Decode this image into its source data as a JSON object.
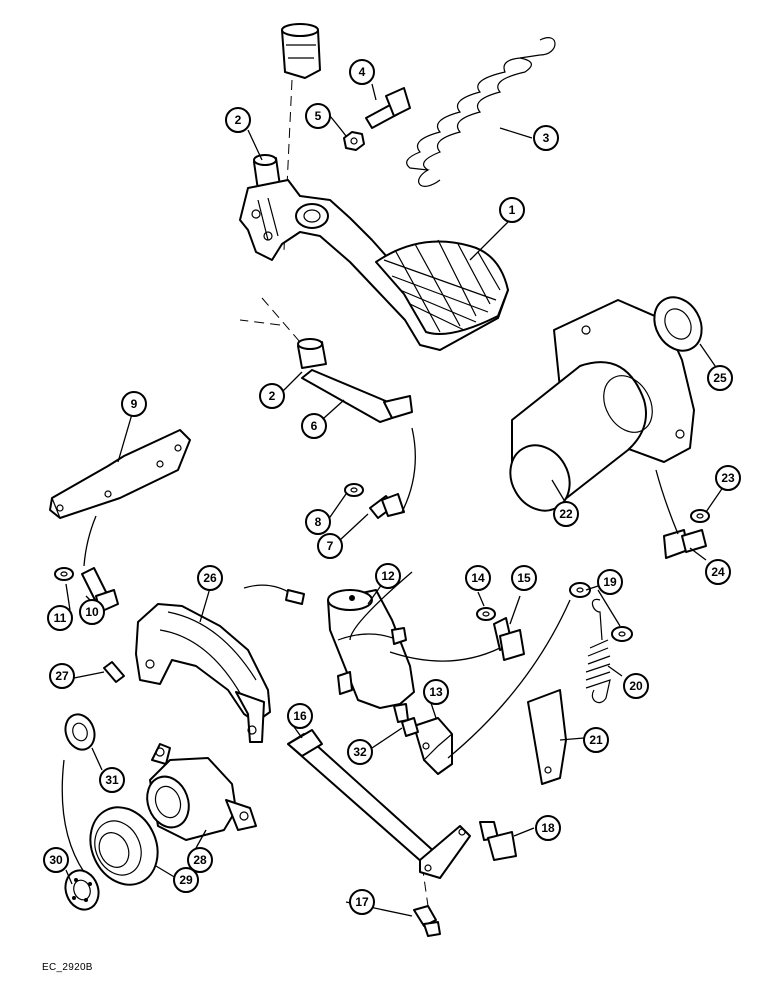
{
  "figure_code": "EC_2920B",
  "callouts": [
    "1",
    "2",
    "2",
    "3",
    "4",
    "5",
    "6",
    "7",
    "8",
    "9",
    "10",
    "11",
    "12",
    "13",
    "14",
    "15",
    "16",
    "17",
    "18",
    "19",
    "20",
    "21",
    "22",
    "23",
    "24",
    "25",
    "26",
    "27",
    "28",
    "29",
    "30",
    "31",
    "32"
  ]
}
